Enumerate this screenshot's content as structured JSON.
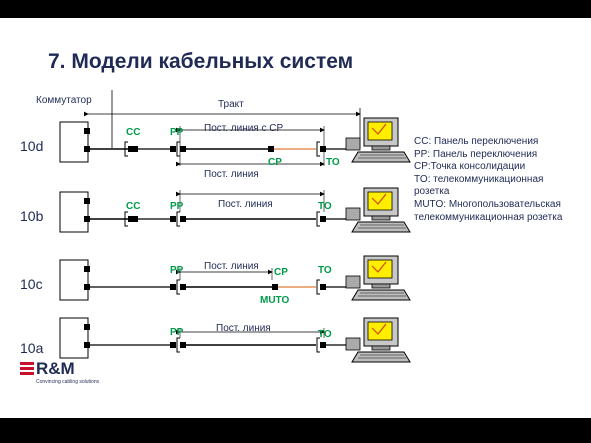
{
  "title": "7. Модели кабельных систем",
  "labels": {
    "switch": "Коммутатор",
    "channel": "Тракт",
    "perm_link_cp": "Пост. линия с CP",
    "perm_link": "Пост. линия",
    "cc": "CC",
    "pp": "PP",
    "cp": "CP",
    "to": "TO",
    "muto": "MUTO"
  },
  "rows": [
    "10d",
    "10b",
    "10c",
    "10a"
  ],
  "legend": [
    "CC: Панель переключения",
    "PP: Панель переключения",
    "CP:Точка консолидации",
    "TO: телекоммуникационная",
    " розетка",
    "MUTO: Многопользовательская",
    "телекоммуникационная розетка"
  ],
  "brand": {
    "name": "R&M",
    "tagline": "Convincing cabling solutions"
  },
  "colors": {
    "accent": "#009a4a",
    "text": "#1f2a55",
    "patch": "#e07a3a"
  }
}
